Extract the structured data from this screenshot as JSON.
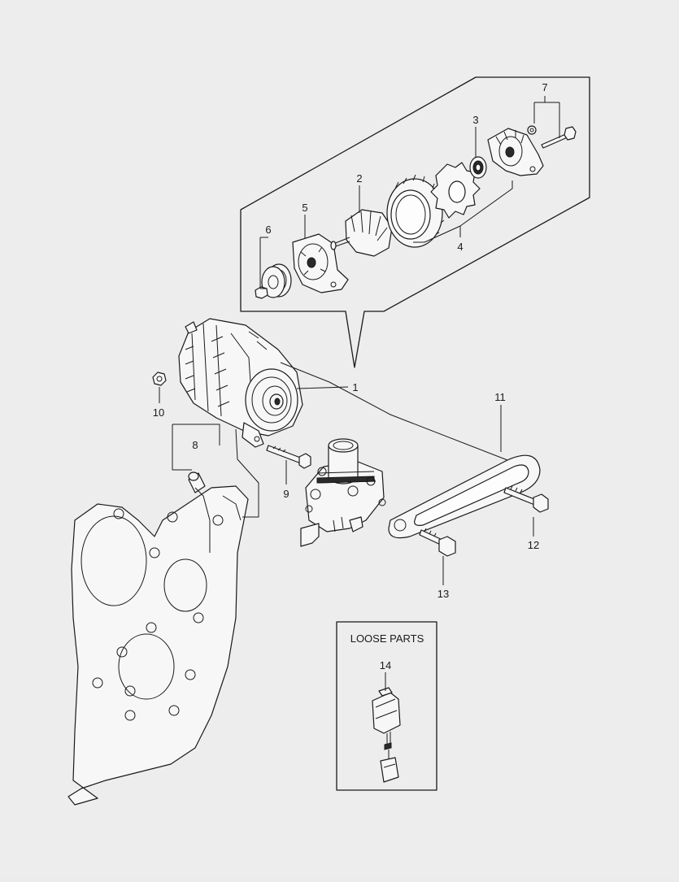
{
  "callouts": {
    "c1": "1",
    "c2": "2",
    "c3": "3",
    "c4": "4",
    "c5": "5",
    "c6": "6",
    "c7": "7",
    "c8": "8",
    "c9": "9",
    "c10": "10",
    "c11": "11",
    "c12": "12",
    "c13": "13",
    "c14": "14"
  },
  "loose_parts": {
    "title": "LOOSE PARTS"
  },
  "colors": {
    "background": "#ededed",
    "line": "#1a1a1a"
  }
}
